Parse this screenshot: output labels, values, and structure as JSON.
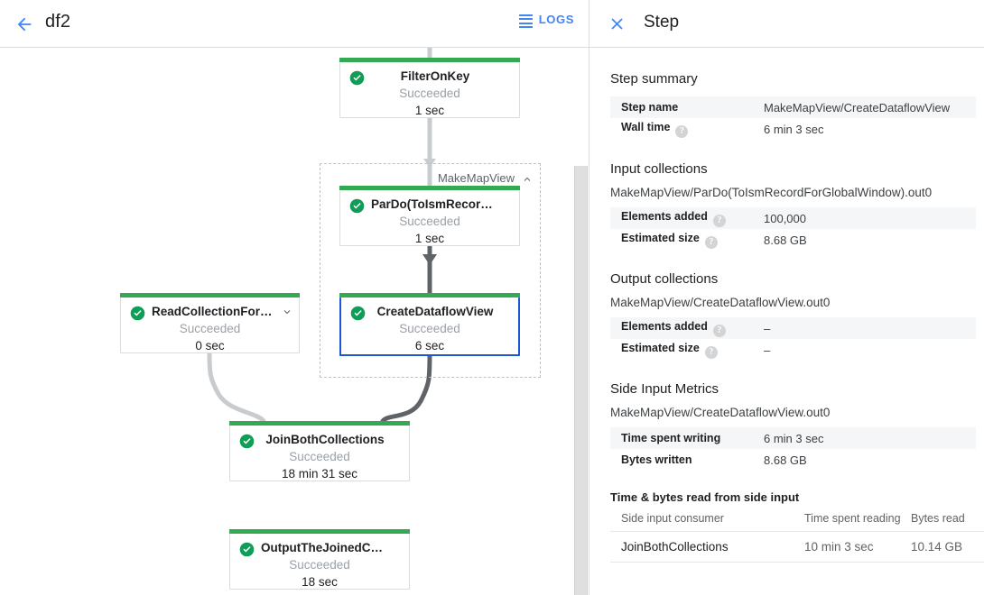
{
  "left_header": {
    "back_icon": "back-arrow-icon",
    "job_title": "df2",
    "logs_label": "LOGS",
    "logs_icon": "hamburger-icon"
  },
  "graph": {
    "group": {
      "label": "MakeMapView",
      "chevron": "chevron-up-icon"
    },
    "nodes": [
      {
        "id": "filter-on-key",
        "name": "FilterOnKey",
        "status": "Succeeded",
        "time": "1 sec",
        "status_icon": "check-circle-icon",
        "selected": false,
        "has_chevron": false
      },
      {
        "id": "par-do-to-ism-record",
        "name": "ParDo(ToIsmRecordFor…",
        "status": "Succeeded",
        "time": "1 sec",
        "status_icon": "check-circle-icon",
        "selected": false,
        "has_chevron": false
      },
      {
        "id": "create-dataflow-view",
        "name": "CreateDataflowView",
        "status": "Succeeded",
        "time": "6 sec",
        "status_icon": "check-circle-icon",
        "selected": true,
        "has_chevron": false
      },
      {
        "id": "read-collection-for-join",
        "name": "ReadCollectionForJoin",
        "status": "Succeeded",
        "time": "0 sec",
        "status_icon": "check-circle-icon",
        "selected": false,
        "has_chevron": true,
        "chevron": "chevron-down-icon"
      },
      {
        "id": "join-both-collections",
        "name": "JoinBothCollections",
        "status": "Succeeded",
        "time": "18 min 31 sec",
        "status_icon": "check-circle-icon",
        "selected": false,
        "has_chevron": false
      },
      {
        "id": "output-the-joined-collection",
        "name": "OutputTheJoinedCollec…",
        "status": "Succeeded",
        "time": "18 sec",
        "status_icon": "check-circle-icon",
        "selected": false,
        "has_chevron": false
      }
    ]
  },
  "right_panel": {
    "close_icon": "close-icon",
    "title": "Step",
    "step_summary": {
      "heading": "Step summary",
      "rows": [
        {
          "key": "Step name",
          "value": "MakeMapView/CreateDataflowView",
          "help": false
        },
        {
          "key": "Wall time",
          "value": "6 min 3 sec",
          "help": true
        }
      ]
    },
    "input_collections": {
      "heading": "Input collections",
      "collection": "MakeMapView/ParDo(ToIsmRecordForGlobalWindow).out0",
      "rows": [
        {
          "key": "Elements added",
          "value": "100,000",
          "help": true
        },
        {
          "key": "Estimated size",
          "value": "8.68 GB",
          "help": true
        }
      ]
    },
    "output_collections": {
      "heading": "Output collections",
      "collection": "MakeMapView/CreateDataflowView.out0",
      "rows": [
        {
          "key": "Elements added",
          "value": "–",
          "help": true
        },
        {
          "key": "Estimated size",
          "value": "–",
          "help": true
        }
      ]
    },
    "side_input_metrics": {
      "heading": "Side Input Metrics",
      "collection": "MakeMapView/CreateDataflowView.out0",
      "rows": [
        {
          "key": "Time spent writing",
          "value": "6 min 3 sec",
          "help": false
        },
        {
          "key": "Bytes written",
          "value": "8.68 GB",
          "help": false
        }
      ]
    },
    "side_input_read": {
      "title": "Time & bytes read from side input",
      "columns": [
        "Side input consumer",
        "Time spent reading",
        "Bytes read"
      ],
      "rows": [
        [
          "JoinBothCollections",
          "10 min 3 sec",
          "10.14 GB"
        ]
      ]
    }
  },
  "colors": {
    "accent_blue": "#4285f4",
    "selected_border": "#1a56d6",
    "success_green": "#34a853",
    "text_primary": "#202124",
    "text_secondary": "#5f6368"
  }
}
